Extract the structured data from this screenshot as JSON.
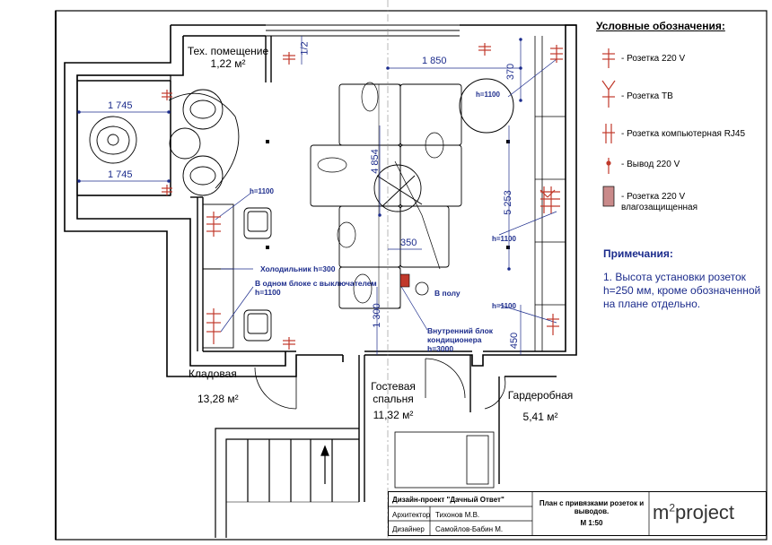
{
  "rooms": {
    "tech": {
      "name": "Тех. помещение",
      "area": "1,22 м²"
    },
    "storage": {
      "name": "Кладовая",
      "area": "13,28 м²"
    },
    "guest": {
      "name": "Гостевая спальня",
      "area": "11,32 м²"
    },
    "wardrobe": {
      "name": "Гардеробная",
      "area": "5,41 м²"
    }
  },
  "dimensions": {
    "d1745_top": "1 745",
    "d1745_bottom": "1 745",
    "d1850": "1 850",
    "d370": "370",
    "d1_2": "1/2",
    "d4854": "4 854",
    "d5253": "5 253",
    "d350": "350",
    "d1300": "1 300",
    "d450": "450"
  },
  "heights": {
    "h1": "h=1100",
    "h2": "h=1100",
    "h3": "h=1100",
    "h4": "h=1100"
  },
  "annotations": {
    "fridge": "Холодильник h=300",
    "block_line1": "В одном блоке с выключателем",
    "block_line2": "h=1100",
    "floor": "В полу",
    "ac_line1": "Внутренний блок",
    "ac_line2": "кондиционера",
    "ac_line3": "h=3000"
  },
  "legend": {
    "title": "Условные обозначения:",
    "items": [
      {
        "icon": "socket-220v-icon",
        "text": "- Розетка 220 V"
      },
      {
        "icon": "tv-socket-icon",
        "text": "- Розетка ТВ"
      },
      {
        "icon": "rj45-socket-icon",
        "text": "- Розетка компьютерная RJ45"
      },
      {
        "icon": "outlet-220v-icon",
        "text": "- Вывод 220 V"
      },
      {
        "icon": "waterproof-socket-icon",
        "text": "- Розетка 220 V влагозащищенная"
      }
    ]
  },
  "notes": {
    "title": "Примечания:",
    "body": "1. Высота установки розеток h=250 мм, кроме обозначенной на плане отдельно."
  },
  "stamp": {
    "project": "Дизайн-проект \"Дачный Ответ\"",
    "architect_role": "Архитектор",
    "architect_name": "Тихонов М.В.",
    "designer_role": "Дизайнер",
    "designer_name": "Самойлов-Бабин М.",
    "sheet_title": "План с привязками розеток и выводов.",
    "scale": "М 1:50"
  },
  "logo": {
    "prefix": "m",
    "sup": "2",
    "suffix": "project"
  },
  "colors": {
    "dimension": "#1c2c8c",
    "socket": "#c0392b",
    "wall": "#000000"
  }
}
